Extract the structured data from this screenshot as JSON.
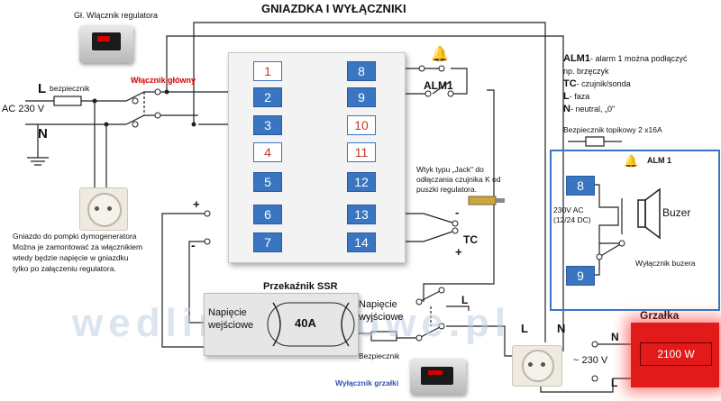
{
  "title": "GNIAZDKA I WYŁĄCZNIKI",
  "main_switch": {
    "top_label": "Gł. Wlącznik regulatora",
    "red_label": "Włącznik główny"
  },
  "mains": {
    "fuse_label": "bezpiecznik",
    "L": "L",
    "voltage": "AC 230 V",
    "N": "N"
  },
  "controller": {
    "left_terms": [
      "1",
      "2",
      "3",
      "4",
      "5",
      "6",
      "7"
    ],
    "right_terms": [
      "8",
      "9",
      "10",
      "11",
      "12",
      "13",
      "14"
    ]
  },
  "alm1_label": "ALM1",
  "jack_note": "Wtyk typu „Jack\" do odłączania czujnika K od puszki regulatora.",
  "tc": {
    "label": "TC",
    "plus": "+",
    "minus": "-"
  },
  "ssr_input": {
    "plus": "+",
    "minus": "-"
  },
  "socket_note": [
    "Gniazdo do pompki dymogeneratora",
    "Można je zamontować za włącznikiem",
    "wtedy będzie napięcie w gniazdku",
    "tylko po załączeniu regulatora."
  ],
  "ssr": {
    "title": "Przekaźnik SSR",
    "in_label": "Napięcie wejściowe",
    "value": "40A",
    "out_label": "Napięcie wyjściowe"
  },
  "heater_switch": {
    "fuse_label": "Bezpiecznik",
    "label": "Wyłącznik grzałki",
    "L1": "L",
    "L2": "L",
    "N": "N"
  },
  "heater": {
    "title": "Grzałka",
    "power": "2100 W",
    "N": "N",
    "voltage": "~ 230 V",
    "L": "L"
  },
  "legend": [
    {
      "key": "ALM1",
      "text": "- alarm 1 można podłączyć",
      "text2": "np. brzęczyk"
    },
    {
      "key": "TC",
      "text": "- czujnik/sonda"
    },
    {
      "key": "L",
      "text": "- faza"
    },
    {
      "key": "N",
      "text": "- neutral, „0\""
    }
  ],
  "fuse_note": "Bezpiecznik topikowy 2 x16A",
  "alarm_box": {
    "title": "ALM 1",
    "t8": "8",
    "t9": "9",
    "voltage": "230V AC",
    "voltage2": "(12/24 DC)",
    "buzzer": "Buzer",
    "switch": "Wyłącznik buzera"
  },
  "watermark": "wedlinydomowe.pl",
  "colors": {
    "terminal_blue": "#3a75c1",
    "terminal_red_text": "#c0392b",
    "heater_red": "#e21a1a",
    "ssr_grey": "#e6e6e6"
  }
}
